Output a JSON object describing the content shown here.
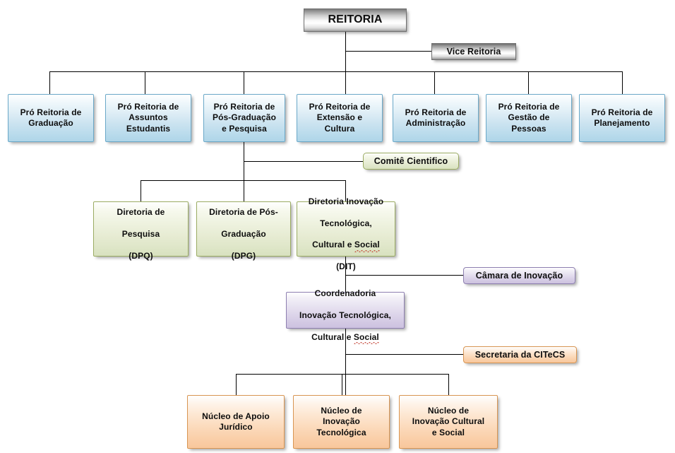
{
  "title": "Organograma da Reitoria",
  "colors": {
    "silver": "#bdbdbd",
    "blue": "#cbe3f0",
    "green": "#e6ebd2",
    "purple": "#ddd5ea",
    "orange": "#fbd8b8",
    "line": "#000000",
    "text": "#0d0d0d"
  },
  "nodes": {
    "reitoria": "REITORIA",
    "vice_reitoria": "Vice Reitoria",
    "comite_cientifico": "Comitê Cientifico",
    "camara_inovacao": "Câmara de Inovação",
    "secretaria_citecs": "Secretaria da CITeCS"
  },
  "pro_reitorias": [
    {
      "id": "graduacao",
      "label": "Pró Reitoria de\nGraduação"
    },
    {
      "id": "assuntos",
      "label": "Pró Reitoria de\nAssuntos\nEstudantis"
    },
    {
      "id": "pos-pesquisa",
      "label": "Pró Reitoria de\nPós-Graduação\ne Pesquisa"
    },
    {
      "id": "extensao",
      "label": "Pró Reitoria de\nExtensão e\nCultura"
    },
    {
      "id": "administracao",
      "label": "Pró Reitoria de\nAdministração"
    },
    {
      "id": "pessoas",
      "label": "Pró Reitoria de\nGestão de\nPessoas"
    },
    {
      "id": "planejamento",
      "label": "Pró Reitoria de\nPlanejamento"
    }
  ],
  "diretorias": [
    {
      "id": "dpq",
      "line1": "Diretoria de",
      "line2": "Pesquisa",
      "line3": "(DPQ)"
    },
    {
      "id": "dpg",
      "line1": "Diretoria de Pós-",
      "line2": "Graduação",
      "line3": "(DPG)"
    },
    {
      "id": "dit",
      "line1": "Diretoria Inovação",
      "line2": "Tecnológica,",
      "line3": "Cultural e ",
      "misspelled": "Social",
      "line4": "(DIT)"
    }
  ],
  "coordenadoria": {
    "line1": "Coordenadoria",
    "line2": "Inovação Tecnológica,",
    "line3": "Cultural e ",
    "misspelled": "Social"
  },
  "nucleos": [
    {
      "id": "apoio-juridico",
      "label": "Núcleo de Apoio\nJurídico"
    },
    {
      "id": "inovacao-tecnologica",
      "label": "Núcleo de\nInovação\nTecnológica"
    },
    {
      "id": "inovacao-cultural",
      "label": "Núcleo de\nInovação Cultural\ne Social"
    }
  ]
}
